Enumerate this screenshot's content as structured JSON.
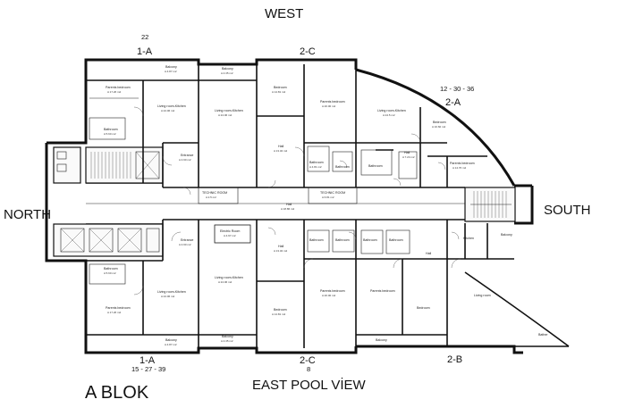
{
  "orientation": {
    "north": "NORTH",
    "south": "SOUTH",
    "west": "WEST",
    "east": "EAST POOL VİEW"
  },
  "block_name": "A BLOK",
  "unit_types": {
    "top_left": "1-A",
    "top_left_numbers": "22",
    "top_middle": "2-C",
    "top_right": "2-A",
    "top_right_numbers": "12 - 30 - 36",
    "bottom_left": "1-A",
    "bottom_left_numbers": "15 - 27 - 39",
    "bottom_middle": "2-C",
    "bottom_middle_numbers": "8",
    "bottom_right": "2-B"
  },
  "rooms": {
    "balcony": "Balcony",
    "parents_bedroom": "Parents bedroom",
    "living_room_kitchen": "Living room-Kitchen",
    "bathroom": "Bathroom",
    "bedroom": "Bedroom",
    "entrance": "Entrance",
    "hall": "Hall",
    "technic_room": "TECHNIC ROOM",
    "electric_room": "Electric Room",
    "kitchen": "Kitchen",
    "living_room": "Living room",
    "bather": "Bather"
  },
  "areas": {
    "a1": "A 4.87 m2",
    "a2": "A 17.26 m2",
    "a3": "A 24.06 m2",
    "a4": "A 5.60 m2",
    "a5": "A 4.35 m2",
    "a6": "A 14.81 m2",
    "a7": "A 20.00 m2",
    "a8": "A 13.32 m2",
    "a9": "A 4.90 m2",
    "a10": "A 4.81 m2",
    "a11": "A 24.5 m2",
    "a12": "A 10.60 m2",
    "a13": "A 7.24 m2",
    "a14": "A 14.76 m2",
    "a15": "A 6.81 m2",
    "a16": "A 4.97 m2",
    "a17": "A 2.5 m2",
    "a18": "A 18.86 m2"
  }
}
